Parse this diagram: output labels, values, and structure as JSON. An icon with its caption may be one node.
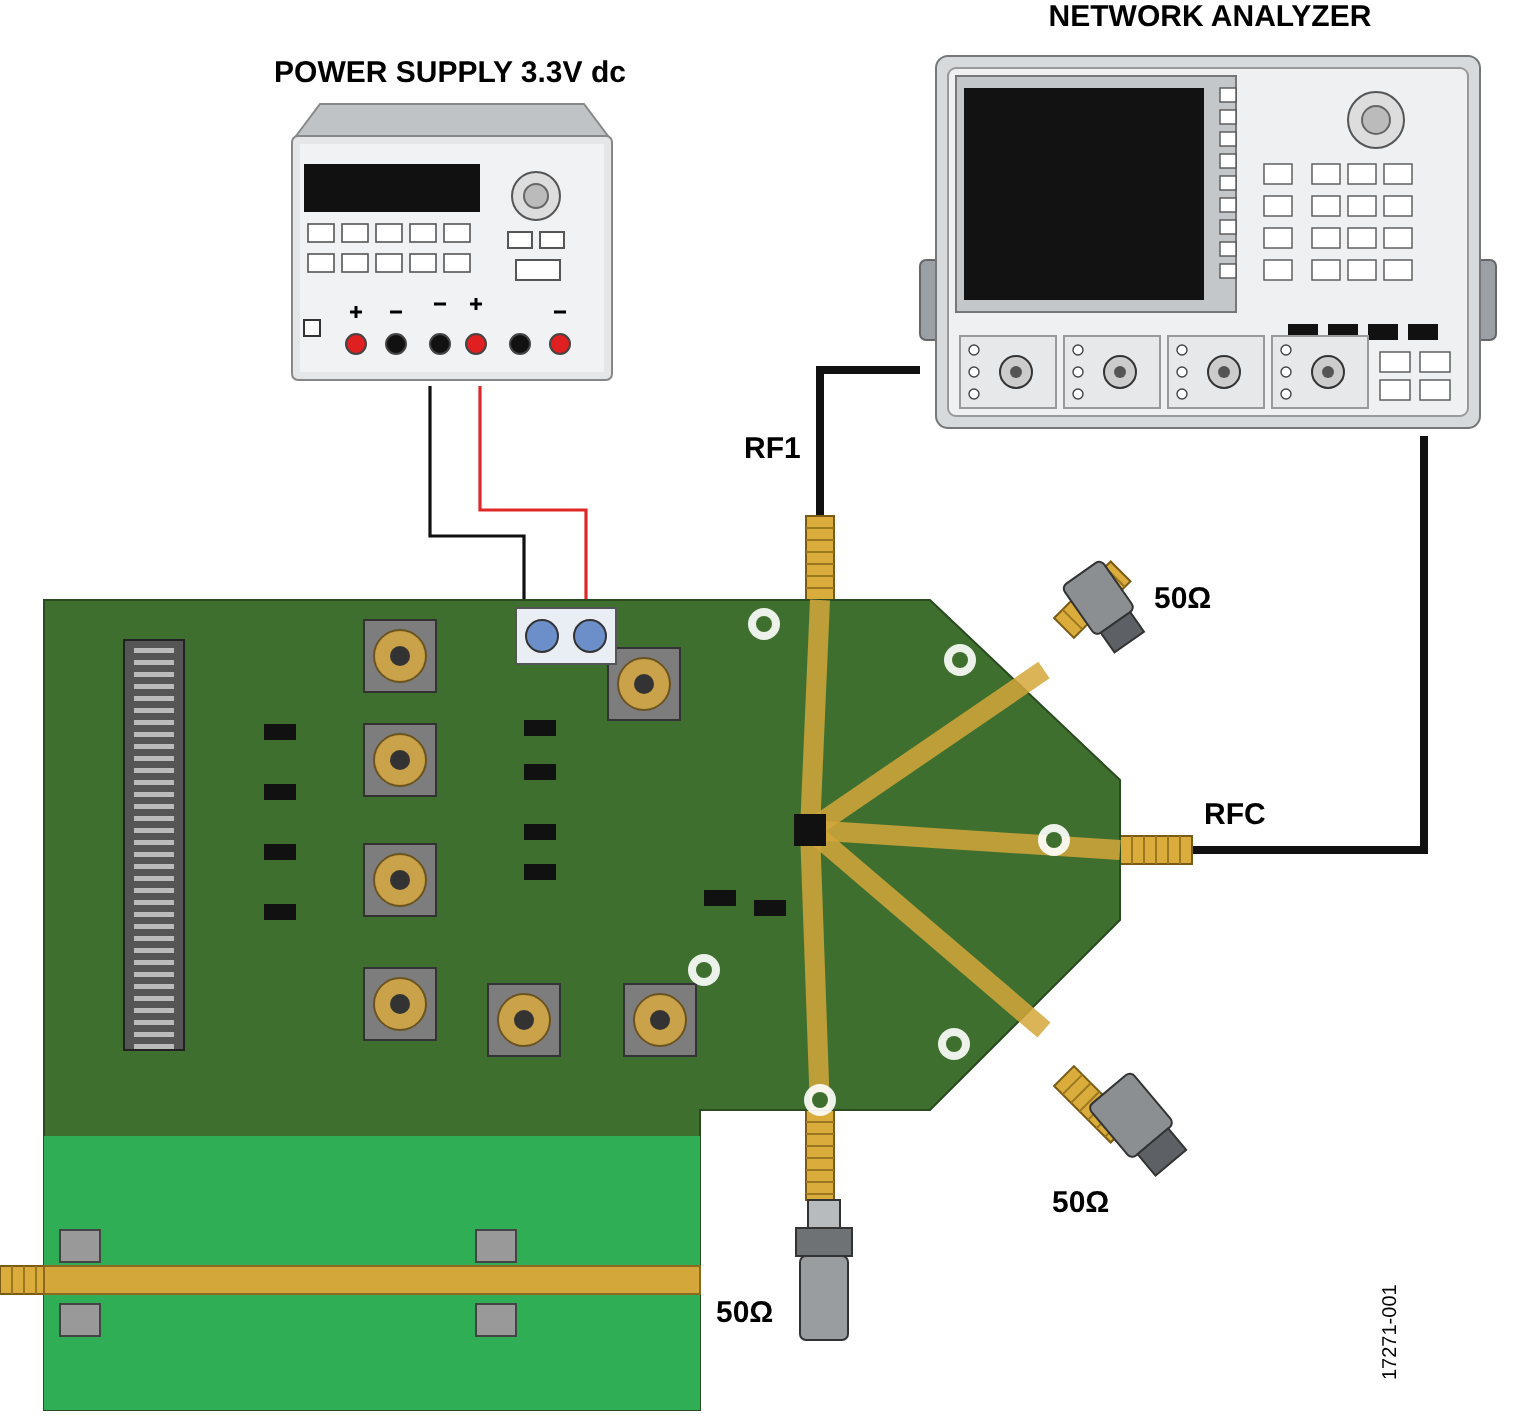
{
  "diagram": {
    "nodes": [
      {
        "text": [
          "POWER SUPPLY 3.3V dc"
        ]
      },
      {
        "text": [
          "NETWORK ANALYZER"
        ]
      },
      {
        "text": [],
        "shape": "picture"
      },
      {
        "text": [
          "50Ω"
        ]
      },
      {
        "text": [
          "50Ω"
        ]
      },
      {
        "text": [
          "50Ω"
        ]
      }
    ],
    "edges": [
      {
        "from": 0,
        "to": 2,
        "arrow": "none"
      },
      {
        "from": 0,
        "to": 2,
        "arrow": "none",
        "color": "#e02828"
      },
      {
        "from": 1,
        "to": 2,
        "arrow": "none",
        "label": "RF1",
        "style": "thick"
      },
      {
        "from": 1,
        "to": 2,
        "arrow": "none",
        "label": "RFC",
        "style": "thick"
      }
    ],
    "labels": [
      "17271-001"
    ]
  }
}
